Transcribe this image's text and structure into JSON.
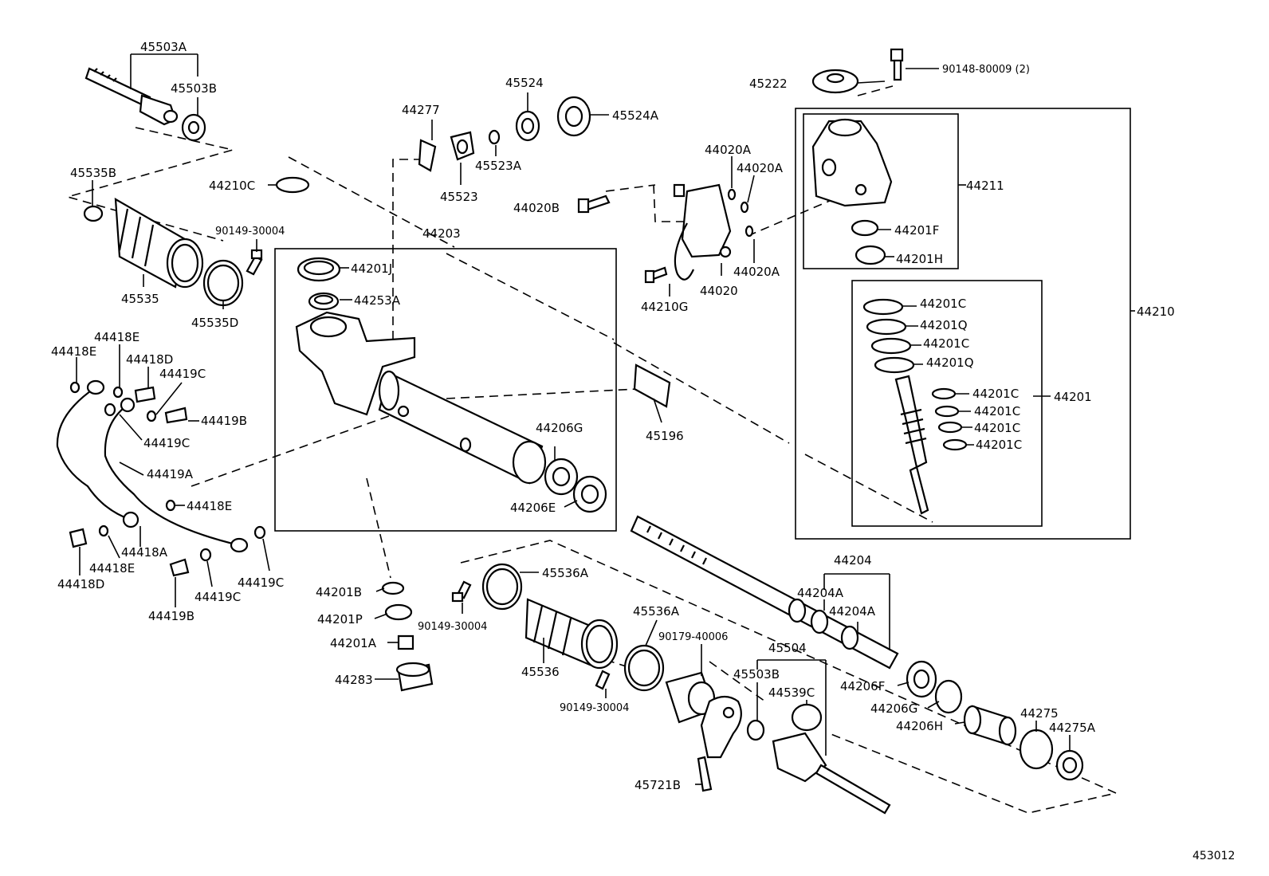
{
  "diagram_number": "453012",
  "colors": {
    "ink": "#000000",
    "paper": "#ffffff"
  },
  "labels": [
    "45503A",
    "45503B",
    "45535B",
    "45535",
    "90149-30004",
    "45535D",
    "44210C",
    "44203",
    "44201J",
    "44253A",
    "44277",
    "45523",
    "45523A",
    "45524",
    "45524A",
    "45222",
    "90148-80009 (2)",
    "44020A",
    "44020A",
    "44020B",
    "44020",
    "44020A",
    "44210G",
    "44211",
    "44201F",
    "44201H",
    "44201C",
    "44201Q",
    "44201C",
    "44201Q",
    "44201C",
    "44201C",
    "44201C",
    "44201C",
    "44201",
    "44210",
    "44418E",
    "44418E",
    "44418D",
    "44419C",
    "44419B",
    "44419C",
    "44419A",
    "44418E",
    "44418A",
    "44418E",
    "44418D",
    "44419C",
    "44419B",
    "44419C",
    "44206G",
    "44206E",
    "45196",
    "44201B",
    "44201P",
    "90149-30004",
    "44201A",
    "44283",
    "45536A",
    "45536",
    "45536A",
    "90179-40006",
    "90149-30004",
    "44204",
    "44204A",
    "44204A",
    "45504",
    "45503B",
    "44539C",
    "45721B",
    "44206F",
    "44206G",
    "44206H",
    "44275",
    "44275A"
  ]
}
